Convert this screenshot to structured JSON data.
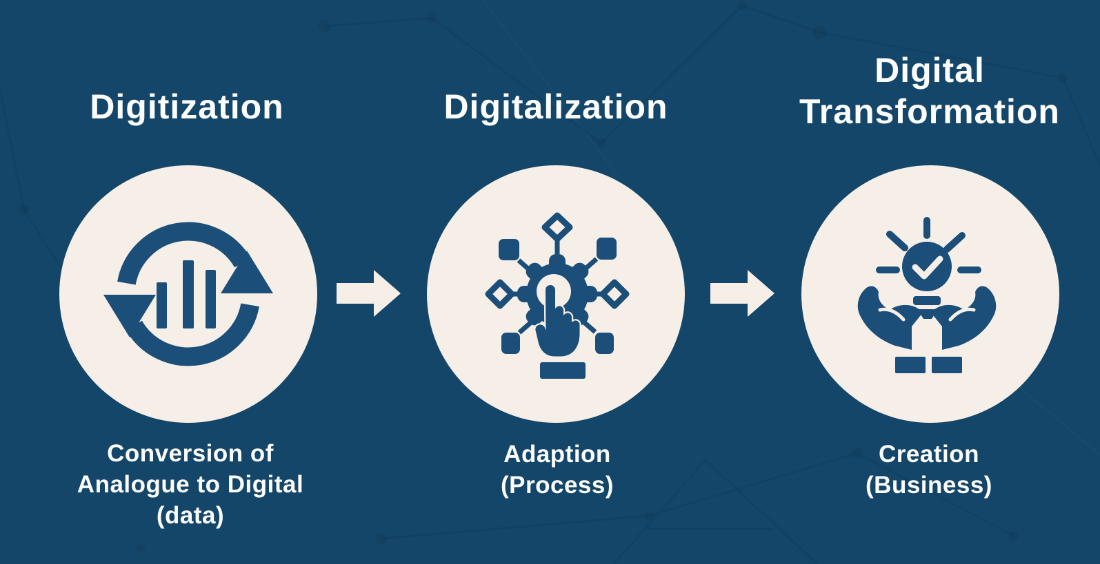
{
  "palette": {
    "background": "#144669",
    "circle_fill": "#F5EFE8",
    "icon_blue": "#1B4E78",
    "text_color": "#FCFCFA"
  },
  "stages": [
    {
      "id": "digitization",
      "title_lines": [
        "Digitization"
      ],
      "icon": "sync-arrows-bar-chart-icon",
      "caption_lines": [
        "Conversion of",
        "Analogue to Digital",
        "(data)"
      ]
    },
    {
      "id": "digitalization",
      "title_lines": [
        "Digitalization"
      ],
      "icon": "gear-tap-network-icon",
      "caption_lines": [
        "Adaption",
        "(Process)"
      ]
    },
    {
      "id": "digital-transformation",
      "title_lines": [
        "Digital",
        "Transformation"
      ],
      "icon": "hands-lightbulb-check-icon",
      "caption_lines": [
        "Creation",
        "(Business)"
      ]
    }
  ],
  "arrows": [
    {
      "from": "Digitization",
      "to": "Digitalization"
    },
    {
      "from": "Digitalization",
      "to": "Digital Transformation"
    }
  ]
}
